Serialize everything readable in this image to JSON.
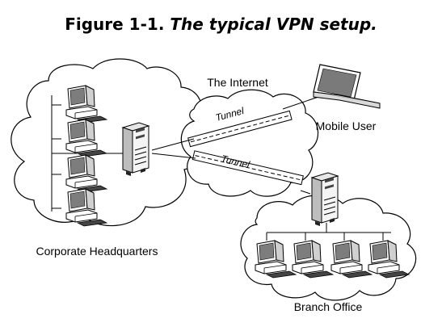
{
  "figure": {
    "number": "Figure 1-1.",
    "caption": "The typical VPN setup."
  },
  "labels": {
    "internet": "The Internet",
    "mobile_user": "Mobile User",
    "corporate_hq": "Corporate Headquarters",
    "branch_office": "Branch Office",
    "tunnel_1": "Tunnel",
    "tunnel_2": "Tunnel"
  },
  "icons": {
    "hq_workstations": "desktop-computer-icon",
    "hq_server": "server-tower-icon",
    "branch_server": "server-tower-icon",
    "branch_workstations": "desktop-computer-icon",
    "mobile": "laptop-icon"
  },
  "colors": {
    "stroke": "#000000",
    "fill": "#ffffff",
    "shade": "#9a9a9a",
    "dark": "#333333"
  }
}
